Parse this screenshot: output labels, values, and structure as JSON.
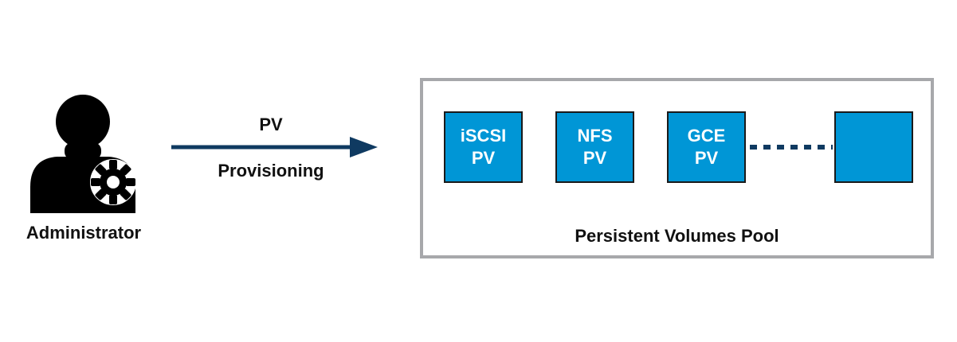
{
  "actor": {
    "label": "Administrator",
    "icon": "administrator-gear-icon"
  },
  "flow": {
    "top_label": "PV",
    "bottom_label": "Provisioning"
  },
  "pool": {
    "label": "Persistent Volumes Pool",
    "items": [
      {
        "line1": "iSCSI",
        "line2": "PV"
      },
      {
        "line1": "NFS",
        "line2": "PV"
      },
      {
        "line1": "GCE",
        "line2": "PV"
      }
    ]
  },
  "colors": {
    "arrow": "#0f3a61",
    "pv_fill": "#0096d6",
    "pool_border": "#a7a8ab"
  }
}
